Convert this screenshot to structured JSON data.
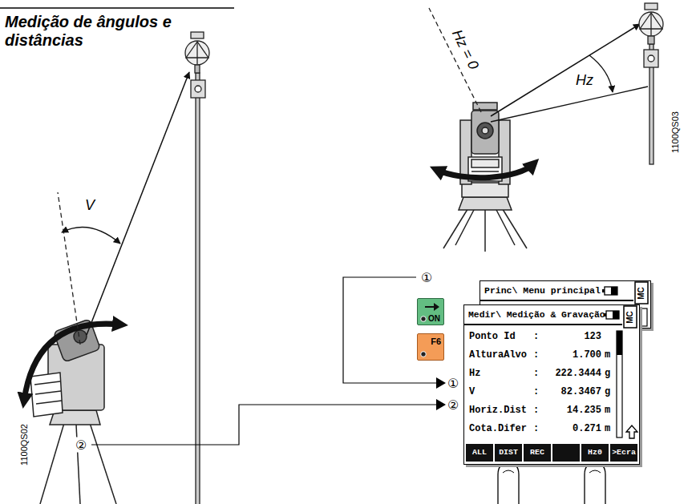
{
  "diagram": {
    "title": "Medição de ângulos e distâncias",
    "nodes": [
      {
        "text": [
          "ON"
        ]
      },
      {
        "text": [
          "F6"
        ]
      },
      {
        "text": [
          "Princ\\ Menu principal",
          "MC"
        ]
      },
      {
        "text": [
          "Medir\\ Medição & Gravação",
          "MC"
        ]
      },
      {
        "text": [
          "ALL"
        ],
        "in": 3
      },
      {
        "text": [
          "DIST"
        ],
        "in": 3
      },
      {
        "text": [
          "REC"
        ],
        "in": 3
      },
      {
        "text": [
          "Hz0"
        ],
        "in": 3
      },
      {
        "text": [
          ">Ecra"
        ],
        "in": 3
      }
    ],
    "labels": [
      "Hz = 0",
      "Hz",
      "1100QS03",
      "①",
      "V",
      "1100QS02",
      "②",
      "①",
      "②",
      "Ponto Id",
      ":",
      "123",
      "AlturaAlvo",
      ":",
      "1.700",
      "m",
      "Hz",
      ":",
      "222.3444",
      "g",
      "V",
      ":",
      "82.3467",
      "g",
      "Horiz.Dist",
      ":",
      "14.235",
      "m",
      "Cota.Difer",
      ":",
      "0.271",
      "m"
    ]
  }
}
